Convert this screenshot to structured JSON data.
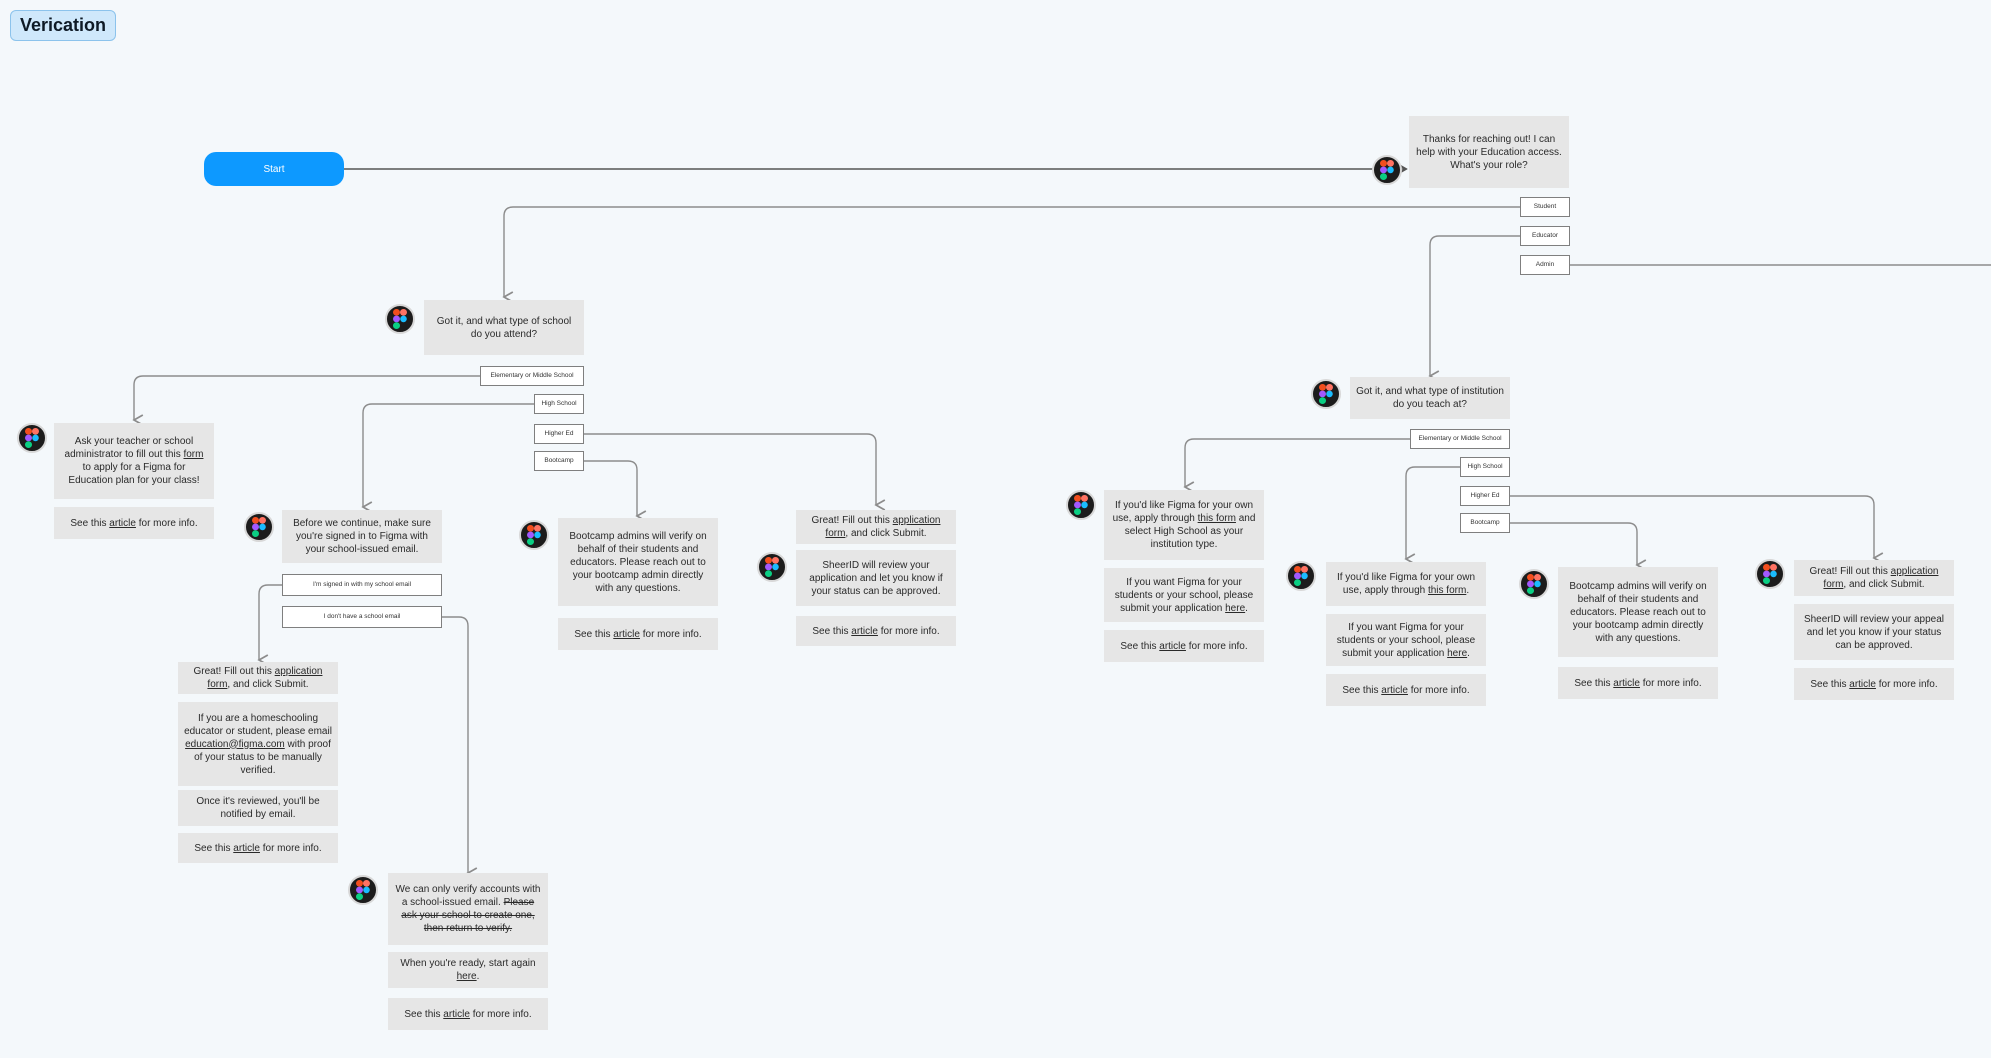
{
  "frame": {
    "title": "Verication"
  },
  "start": {
    "label": "Start"
  },
  "colors": {
    "start": "#0d99ff",
    "box": "#e6e6e6",
    "line": "#8c8c8c",
    "frame_title_bg": "#cfe8fb"
  },
  "icons": {
    "bot_avatar": "figma-logo-icon"
  },
  "role": {
    "question": "Thanks for reaching out! I can help with your Education access. What's your role?",
    "options": [
      "Student",
      "Educator",
      "Admin"
    ]
  },
  "student": {
    "question": "Got it, and what type of school do you attend?",
    "options": [
      "Elementary or Middle School",
      "High School",
      "Higher Ed",
      "Bootcamp"
    ],
    "elementary": {
      "text_a": "Ask your teacher or school administrator to fill out this ",
      "text_link": "form",
      "text_b": " to apply for a Figma for Education plan for your class!",
      "see_pre": "See this ",
      "see_link": "article",
      "see_post": " for more info."
    },
    "high_school": {
      "question": "Before we continue, make sure you're signed in to Figma with your school-issued email.",
      "options": [
        "I'm signed in with my school email",
        "I don't have a school email"
      ],
      "signed": {
        "line1_a": "Great! Fill out this ",
        "line1_link": "application form",
        "line1_b": ", and click Submit.",
        "home_a": "If you are a homeschooling educator or student, please email ",
        "home_link": "education@figma.com",
        "home_b": " with proof of your status to be manually verified.",
        "reviewed": "Once it's reviewed, you'll be notified by email.",
        "see_pre": "See this ",
        "see_link": "article",
        "see_post": " for more info."
      },
      "no_email": {
        "line1": "We can only verify accounts with a school-issued email.",
        "struck": "Please ask your school to create one, then return to verify.",
        "ready_a": "When you're ready, start again ",
        "ready_link": "here",
        "ready_b": ".",
        "see_pre": "See this ",
        "see_link": "article",
        "see_post": " for more info."
      }
    },
    "bootcamp": {
      "text": "Bootcamp admins will verify on behalf of their students and educators. Please reach out to your bootcamp admin directly with any questions.",
      "see_pre": "See this ",
      "see_link": "article",
      "see_post": " for more info."
    },
    "higher_ed": {
      "line1_a": "Great! Fill out this ",
      "line1_link": "application form",
      "line1_b": ", and click Submit.",
      "review": "SheerID will review your application and let you know if your status can be approved.",
      "see_pre": "See this ",
      "see_link": "article",
      "see_post": " for more info."
    }
  },
  "educator": {
    "question": "Got it, and what type of institution do you teach at?",
    "options": [
      "Elementary or Middle School",
      "High School",
      "Higher Ed",
      "Bootcamp"
    ],
    "elementary": {
      "own_a": "If you'd like Figma for your own use, apply through ",
      "own_link": "this form",
      "own_b": " and select High School as your institution type.",
      "school_a": "If you want Figma for your students or your school, please submit your application ",
      "school_link": "here",
      "school_b": ".",
      "see_pre": "See this ",
      "see_link": "article",
      "see_post": " for more info."
    },
    "high_school": {
      "own_a": "If you'd like Figma for your own use, apply through ",
      "own_link": "this form",
      "own_b": ".",
      "school_a": "If you want Figma for your students or your school, please submit your application ",
      "school_link": "here",
      "school_b": ".",
      "see_pre": "See this ",
      "see_link": "article",
      "see_post": " for more info."
    },
    "bootcamp": {
      "text": "Bootcamp admins will verify on behalf of their students and educators. Please reach out to your bootcamp admin directly with any questions.",
      "see_pre": "See this ",
      "see_link": "article",
      "see_post": " for more info."
    },
    "higher_ed": {
      "line1_a": "Great! Fill out this ",
      "line1_link": "application form",
      "line1_b": ", and click Submit.",
      "review": "SheerID will review your appeal and let you know if your status can be approved.",
      "see_pre": "See this ",
      "see_link": "article",
      "see_post": " for more info."
    }
  }
}
